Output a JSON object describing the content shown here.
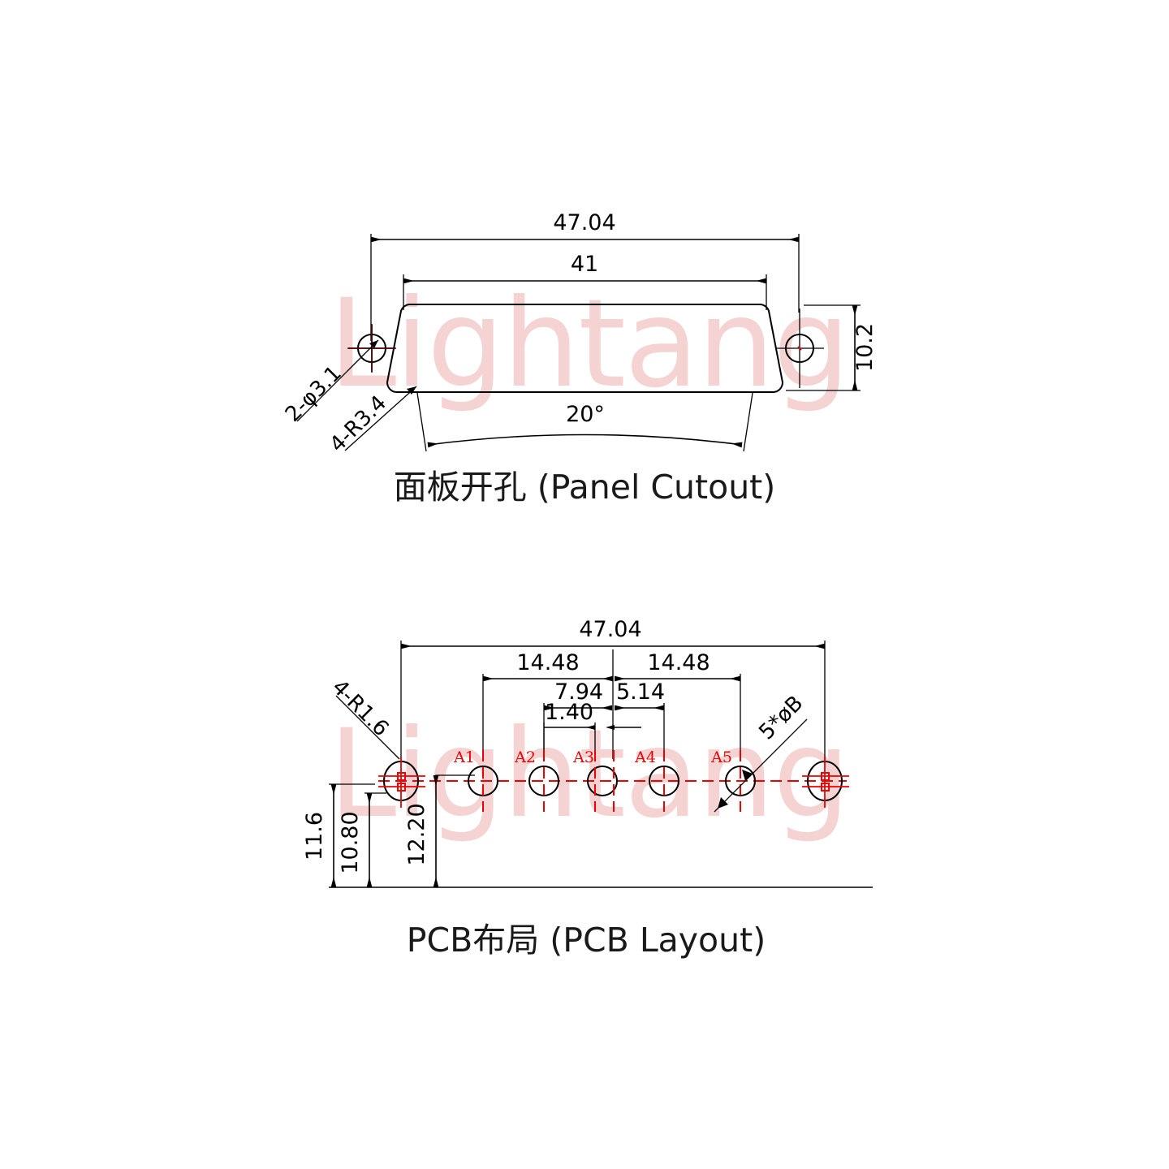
{
  "drawing": {
    "title_panel": "面板开孔 (Panel Cutout)",
    "title_pcb": "PCB布局 (PCB Layout)",
    "watermark": "Lightang",
    "watermark_color": "#f6d3d3",
    "line_color": "#000000",
    "centerline_color": "#ee0000"
  },
  "panel_cutout": {
    "dim_overall": "47.04",
    "dim_inner": "41",
    "dim_height": "10.2",
    "dim_angle": "20°",
    "note_holes": "2-φ3.1",
    "note_radius": "4-R3.4"
  },
  "pcb_layout": {
    "dim_overall": "47.04",
    "dim_left_span": "14.48",
    "dim_right_span": "14.48",
    "dim_794": "7.94",
    "dim_514": "5.14",
    "dim_140": "1.40",
    "dim_116": "11.6",
    "dim_1080": "10.80",
    "dim_1220": "12.20",
    "note_radius": "4-R1.6",
    "note_pins": "5*øB",
    "pins": [
      {
        "label": "A1"
      },
      {
        "label": "A2"
      },
      {
        "label": "A3"
      },
      {
        "label": "A4"
      },
      {
        "label": "A5"
      }
    ]
  }
}
